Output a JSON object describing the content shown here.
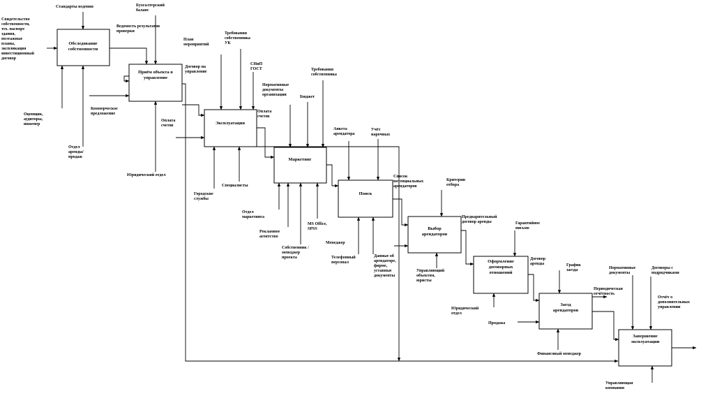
{
  "boxes": [
    {
      "id": "b1",
      "label": [
        "Обследование",
        "собственности"
      ]
    },
    {
      "id": "b2",
      "label": [
        "Приём объекта в",
        "управление"
      ]
    },
    {
      "id": "b3",
      "label": [
        "Эксплуатация"
      ]
    },
    {
      "id": "b4",
      "label": [
        "Маркетинг"
      ]
    },
    {
      "id": "b5",
      "label": [
        "Поиск"
      ]
    },
    {
      "id": "b6",
      "label": [
        "Выбор",
        "арендаторов"
      ]
    },
    {
      "id": "b7",
      "label": [
        "Оформление",
        "договорных",
        "отношений"
      ]
    },
    {
      "id": "b8",
      "label": [
        "Заезд",
        "арендаторов"
      ]
    },
    {
      "id": "b9",
      "label": [
        "Завершение",
        "эксплуатации"
      ]
    }
  ],
  "labels": [
    {
      "id": "l1",
      "lines": [
        "Стандарты ведения"
      ]
    },
    {
      "id": "l2",
      "lines": [
        "Бухгалтерский",
        "баланс"
      ]
    },
    {
      "id": "l3",
      "lines": [
        "Свидетельство",
        "собственности,",
        "тех. паспорт",
        "здания,",
        "поэтажные",
        "планы,",
        "экспликация",
        "инвестиционный",
        "договор"
      ]
    },
    {
      "id": "l4",
      "lines": [
        "Ведомость результатов",
        "проверки"
      ]
    },
    {
      "id": "l5",
      "lines": [
        "Оценщик,",
        "аудиторы,",
        "инженер"
      ]
    },
    {
      "id": "l6",
      "lines": [
        "Коммерческое",
        "предложение"
      ]
    },
    {
      "id": "l7",
      "lines": [
        "Отдел",
        "аренды/",
        "продаж"
      ]
    },
    {
      "id": "l8",
      "lines": [
        "План",
        "мероприятий"
      ]
    },
    {
      "id": "l9",
      "lines": [
        "Требования",
        "собственника",
        "УК"
      ]
    },
    {
      "id": "l10",
      "lines": [
        "Договор на",
        "управление"
      ]
    },
    {
      "id": "l11",
      "lines": [
        "СНиП",
        "ГОСТ"
      ]
    },
    {
      "id": "l12",
      "lines": [
        "Оплата",
        "счетов"
      ]
    },
    {
      "id": "l13",
      "lines": [
        "Оплата",
        "счетов"
      ]
    },
    {
      "id": "l14",
      "lines": [
        "Юридический отдел"
      ]
    },
    {
      "id": "l15",
      "lines": [
        "Нормативные",
        "документы",
        "организации"
      ]
    },
    {
      "id": "l16",
      "lines": [
        "Бюджет"
      ]
    },
    {
      "id": "l17",
      "lines": [
        "Требования",
        "собственника"
      ]
    },
    {
      "id": "l18",
      "lines": [
        "Городские",
        "службы"
      ]
    },
    {
      "id": "l19",
      "lines": [
        "Специалисты"
      ]
    },
    {
      "id": "l20",
      "lines": [
        "Анкета",
        "арендатора"
      ]
    },
    {
      "id": "l21",
      "lines": [
        "Учёт",
        "нарочных"
      ]
    },
    {
      "id": "l22",
      "lines": [
        "Отдел",
        "маркетинга"
      ]
    },
    {
      "id": "l23",
      "lines": [
        "Рекламное",
        "агентство"
      ]
    },
    {
      "id": "l24",
      "lines": [
        "MS Office,",
        "SPSS"
      ]
    },
    {
      "id": "l25",
      "lines": [
        "Собственник /",
        "менеджер",
        "проекта"
      ]
    },
    {
      "id": "l26",
      "lines": [
        "Список",
        "потенциальных",
        "арендаторов"
      ]
    },
    {
      "id": "l27",
      "lines": [
        "Критерии",
        "отбора"
      ]
    },
    {
      "id": "l28",
      "lines": [
        "Менеджер"
      ]
    },
    {
      "id": "l29",
      "lines": [
        "Телефонный",
        "персонал"
      ]
    },
    {
      "id": "l30",
      "lines": [
        "Данные об",
        "арендаторе,",
        "фирме,",
        "уставные",
        "документы"
      ]
    },
    {
      "id": "l31",
      "lines": [
        "Предварительный",
        "договор аренды"
      ]
    },
    {
      "id": "l32",
      "lines": [
        "Гарантийное",
        "письмо"
      ]
    },
    {
      "id": "l33",
      "lines": [
        "Управляющий",
        "объектом,",
        "юристы"
      ]
    },
    {
      "id": "l34",
      "lines": [
        "Договор",
        "аренды"
      ]
    },
    {
      "id": "l35",
      "lines": [
        "График",
        "заезда"
      ]
    },
    {
      "id": "l36",
      "lines": [
        "Нормативные",
        "документы"
      ]
    },
    {
      "id": "l37",
      "lines": [
        "Договоры с",
        "подрядчиками"
      ]
    },
    {
      "id": "l38",
      "lines": [
        "Юридический",
        "отдел"
      ]
    },
    {
      "id": "l39",
      "lines": [
        "Периодическая",
        "отчётность"
      ]
    },
    {
      "id": "l40",
      "lines": [
        "Отчёт о",
        "дополнительных",
        "управлении"
      ]
    },
    {
      "id": "l41",
      "lines": [
        "Продажа"
      ]
    },
    {
      "id": "l42",
      "lines": [
        "Финансовый менеджер"
      ]
    },
    {
      "id": "l43",
      "lines": [
        "Управляющая",
        "компания"
      ]
    }
  ]
}
